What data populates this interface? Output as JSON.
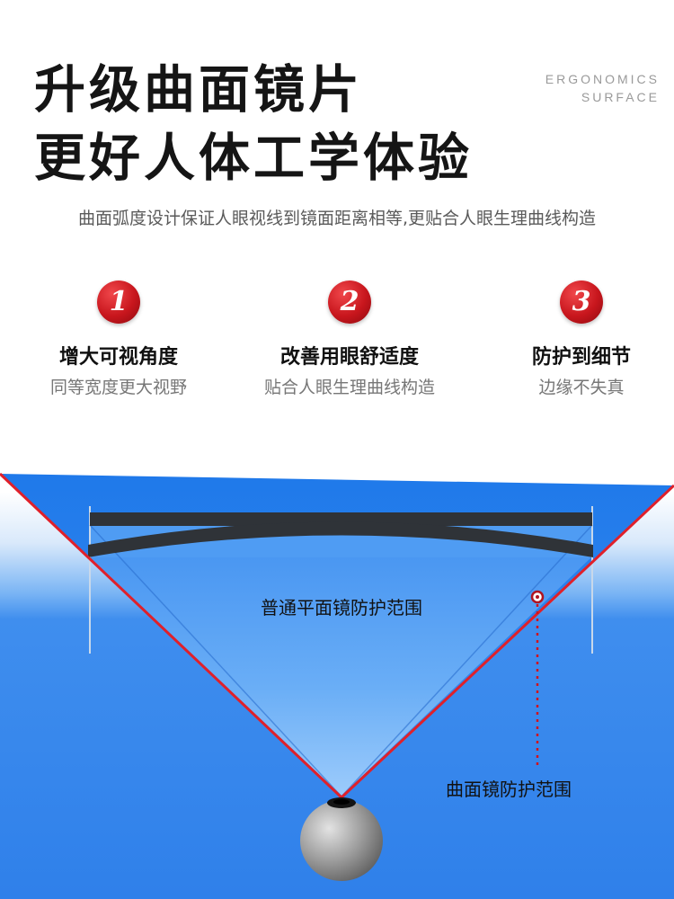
{
  "header": {
    "headline_line1": "升级曲面镜片",
    "headline_line2": "更好人体工学体验",
    "tag_line1": "ERGONOMICS",
    "tag_line2": "SURFACE",
    "subtitle": "曲面弧度设计保证人眼视线到镜面距离相等,更贴合人眼生理曲线构造"
  },
  "features": [
    {
      "number": "1",
      "title": "增大可视角度",
      "desc": "同等宽度更大视野"
    },
    {
      "number": "2",
      "title": "改善用眼舒适度",
      "desc": "贴合人眼生理曲线构造"
    },
    {
      "number": "3",
      "title": "防护到细节",
      "desc": "边缘不失真"
    }
  ],
  "diagram": {
    "flat_lens_label": "普通平面镜防护范围",
    "curved_lens_label": "曲面镜防护范围"
  },
  "colors": {
    "badge_red": "#c8161d",
    "outer_line_red": "#e0202a",
    "blue_field": "#3388ff",
    "lens_dark": "#2f3338"
  }
}
